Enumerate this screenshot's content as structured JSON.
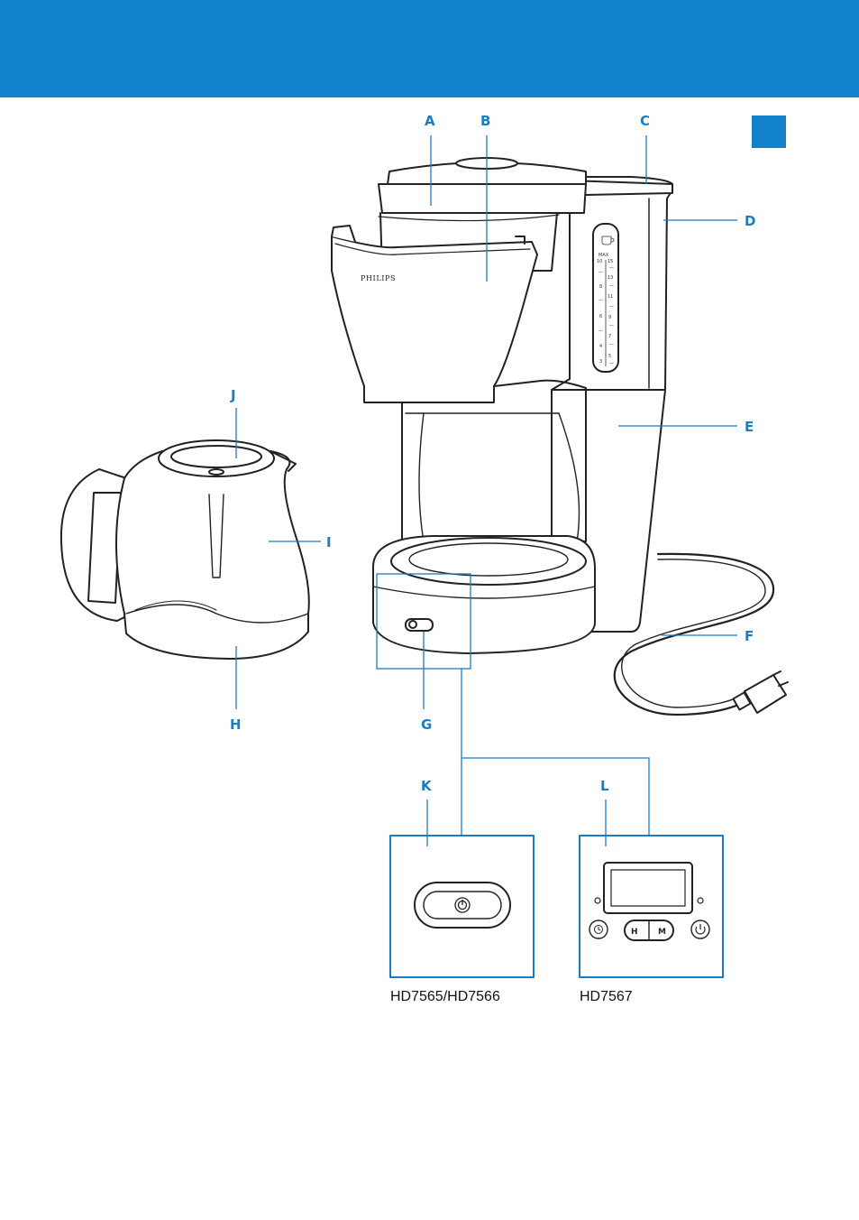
{
  "colors": {
    "accent": "#1282cd",
    "callout": "#1a7cc4",
    "outline": "#222222"
  },
  "brand": "PHILIPS",
  "water_gauge": {
    "max_label": "MAX",
    "left_ticks": [
      "10",
      "—",
      "8",
      "—",
      "6",
      "—",
      "4",
      "3"
    ],
    "right_ticks": [
      "15",
      "—",
      "13",
      "—",
      "11",
      "—",
      "9",
      "—",
      "7",
      "—",
      "5",
      "—"
    ]
  },
  "callouts": {
    "a": "A",
    "b": "B",
    "c": "C",
    "d": "D",
    "e": "E",
    "f": "F",
    "g": "G",
    "h": "H",
    "i": "I",
    "j": "J",
    "k": "K",
    "l": "L"
  },
  "panel_l": {
    "hour_button": "H",
    "minute_button": "M"
  },
  "icons": [
    "power-icon",
    "clock-icon",
    "coffee-cup-icon"
  ],
  "models": {
    "k": "HD7565/HD7566",
    "l": "HD7567"
  }
}
